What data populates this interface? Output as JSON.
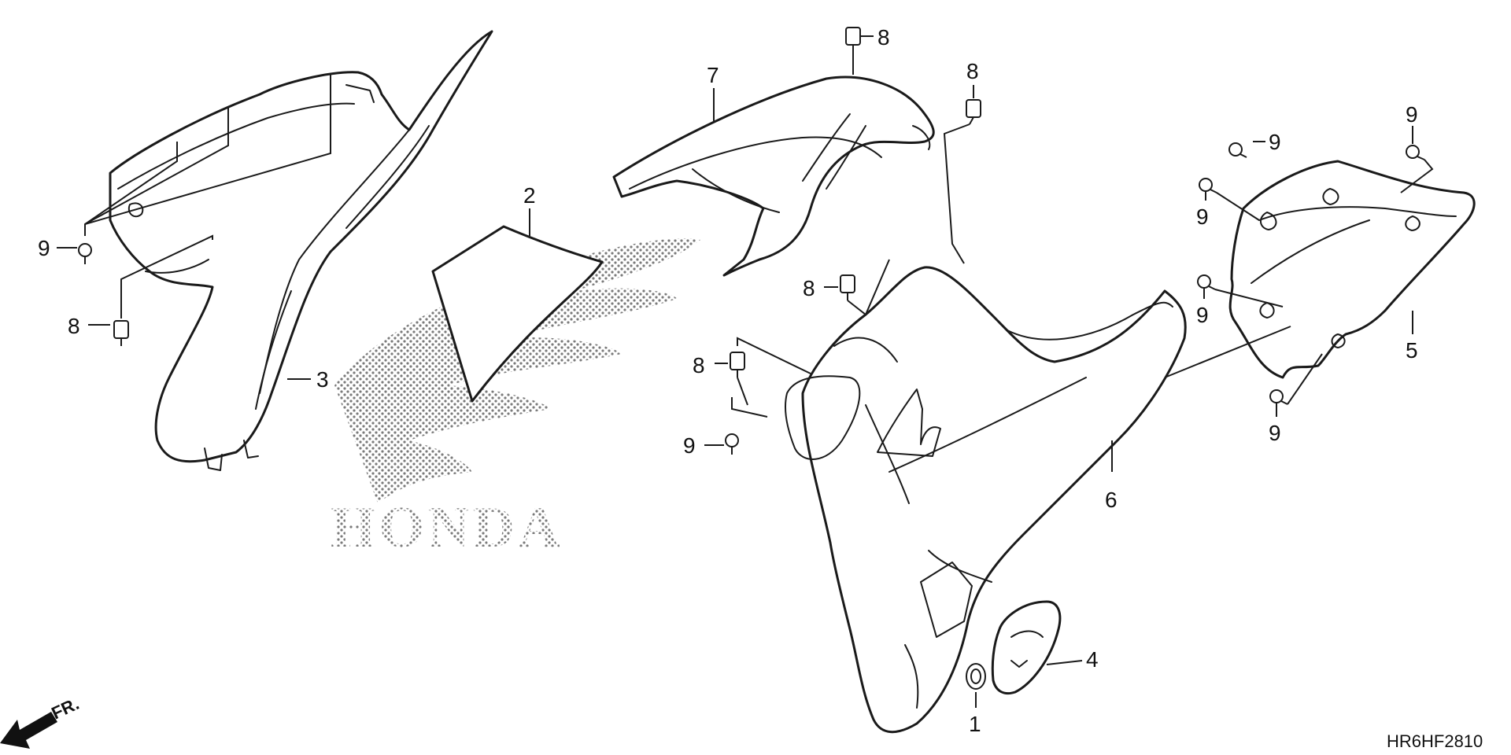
{
  "diagram": {
    "code": "HR6HF2810",
    "front_marker": "FR.",
    "emblem_text": "HONDA",
    "colors": {
      "line": "#1a1a1a",
      "emblem_dots": "#7a7a7a",
      "background": "#ffffff"
    },
    "callouts": [
      {
        "id": "c9a",
        "label": "9"
      },
      {
        "id": "c8a",
        "label": "8"
      },
      {
        "id": "c3",
        "label": "3"
      },
      {
        "id": "c2",
        "label": "2"
      },
      {
        "id": "c7",
        "label": "7"
      },
      {
        "id": "c8b",
        "label": "8"
      },
      {
        "id": "c8c",
        "label": "8"
      },
      {
        "id": "c8d",
        "label": "8"
      },
      {
        "id": "c8e",
        "label": "8"
      },
      {
        "id": "c9b",
        "label": "9"
      },
      {
        "id": "c6",
        "label": "6"
      },
      {
        "id": "c1",
        "label": "1"
      },
      {
        "id": "c4",
        "label": "4"
      },
      {
        "id": "c9c",
        "label": "9"
      },
      {
        "id": "c9d",
        "label": "9"
      },
      {
        "id": "c9e",
        "label": "9"
      },
      {
        "id": "c9f",
        "label": "9"
      },
      {
        "id": "c5",
        "label": "5"
      },
      {
        "id": "c9g",
        "label": "9"
      }
    ]
  }
}
